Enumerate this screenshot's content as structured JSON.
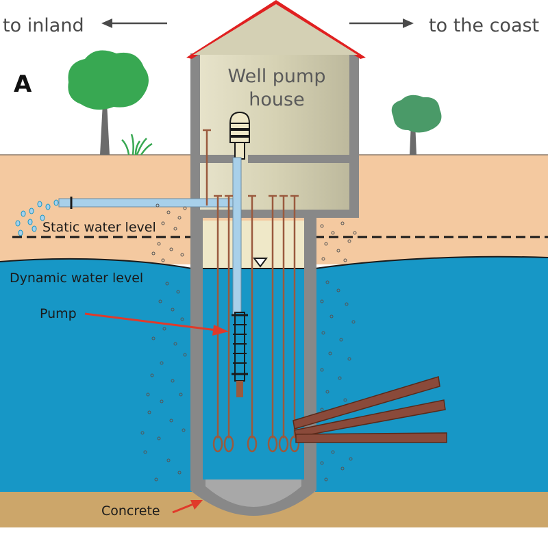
{
  "direction_labels": {
    "inland": "to inland",
    "coast": "to the coast"
  },
  "panel_label": "A",
  "house_label": {
    "line1": "Well pump",
    "line2": "house"
  },
  "labels": {
    "static_water_level": "Static water level",
    "dynamic_water_level": "Dynamic water level",
    "pump": "Pump",
    "concrete": "Concrete"
  },
  "colors": {
    "sky": "#ffffff",
    "sand": "#f4c9a0",
    "water": "#1797c6",
    "bedrock": "#cca66a",
    "wall": "#888888",
    "roof": "#e02020",
    "house_fill": "#d8d4b8",
    "pipe": "#a8d0ea",
    "rod": "#9a5a3e",
    "tree_leaf": "#38a852",
    "tree_trunk": "#6b6b6b",
    "arrow_red": "#e03a2a",
    "timber": "#8a4a3a"
  }
}
